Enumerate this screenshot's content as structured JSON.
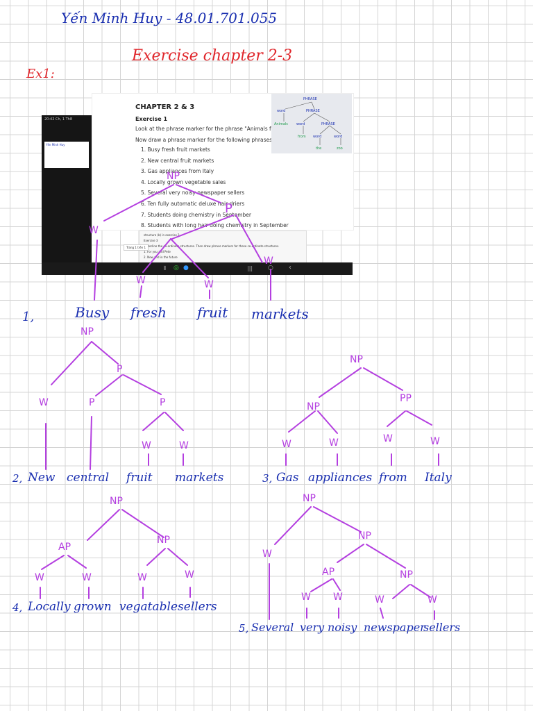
{
  "header": {
    "name": "Yến Minh Huy - 48.01.701.055",
    "title": "Exercise chapter 2-3",
    "exercise_label": "Ex1:"
  },
  "screenshot": {
    "status_bar": "20:42  Ch, 1 Th8",
    "thumb_title": "Yến Minh Huy",
    "chapter": "CHAPTER 2 & 3",
    "exercise": "Exercise 1",
    "instruction1": "Look at the phrase marker for the phrase \"Animals from the zoo.\"",
    "instruction2": "Now draw a phrase marker for the following phrases:",
    "phrases": [
      "1.   Busy fresh fruit markets",
      "2.   New central fruit markets",
      "3.   Gas appliances from Italy",
      "4.   Locally grown vegetable sales",
      "5.   Several very noisy newspaper sellers",
      "6.   Ten fully automatic deluxe hair driers",
      "7.   Students doing chemistry in September",
      "8.   Students with long hair doing chemistry in September"
    ],
    "mini_tree": {
      "phrase": "PHRASE",
      "word": "word",
      "animals": "Animals",
      "from": "from",
      "the": "the",
      "zoo": "zoo"
    },
    "bottom_panel": [
      "structure (b) in exercise 2",
      "Exercise 3",
      "Underline the co-ordinate structures. Then draw phrase markers for these co-ordinate structures.",
      "1.   For you and Pete",
      "2.   Now and in the future"
    ],
    "page_indicator": "Trang 1 trên 1"
  },
  "trees": {
    "t1": {
      "number": "1,",
      "words": [
        "Busy",
        "fresh",
        "fruit",
        "markets"
      ],
      "nodes": [
        "NP",
        "P",
        "W",
        "W",
        "W",
        "W"
      ]
    },
    "t2": {
      "number": "2,",
      "words": [
        "New",
        "central",
        "fruit",
        "markets"
      ],
      "nodes": [
        "NP",
        "P",
        "P",
        "W",
        "P",
        "W",
        "W"
      ]
    },
    "t3": {
      "number": "3,",
      "words": [
        "Gas",
        "appliances",
        "from",
        "Italy"
      ],
      "nodes": [
        "NP",
        "NP",
        "PP",
        "W",
        "W",
        "W",
        "W"
      ]
    },
    "t4": {
      "number": "4,",
      "words": [
        "Locally",
        "grown",
        "vegatable",
        "sellers"
      ],
      "nodes": [
        "NP",
        "AP",
        "NP",
        "W",
        "W",
        "W",
        "W"
      ]
    },
    "t5": {
      "number": "5,",
      "words": [
        "Several",
        "very",
        "noisy",
        "newspaper",
        "sellers"
      ],
      "nodes": [
        "NP",
        "NP",
        "W",
        "AP",
        "NP",
        "W",
        "W",
        "W",
        "W"
      ]
    }
  },
  "colors": {
    "ink_blue": "#1a2fb0",
    "ink_red": "#e0262b",
    "ink_purple": "#b43fe0"
  }
}
